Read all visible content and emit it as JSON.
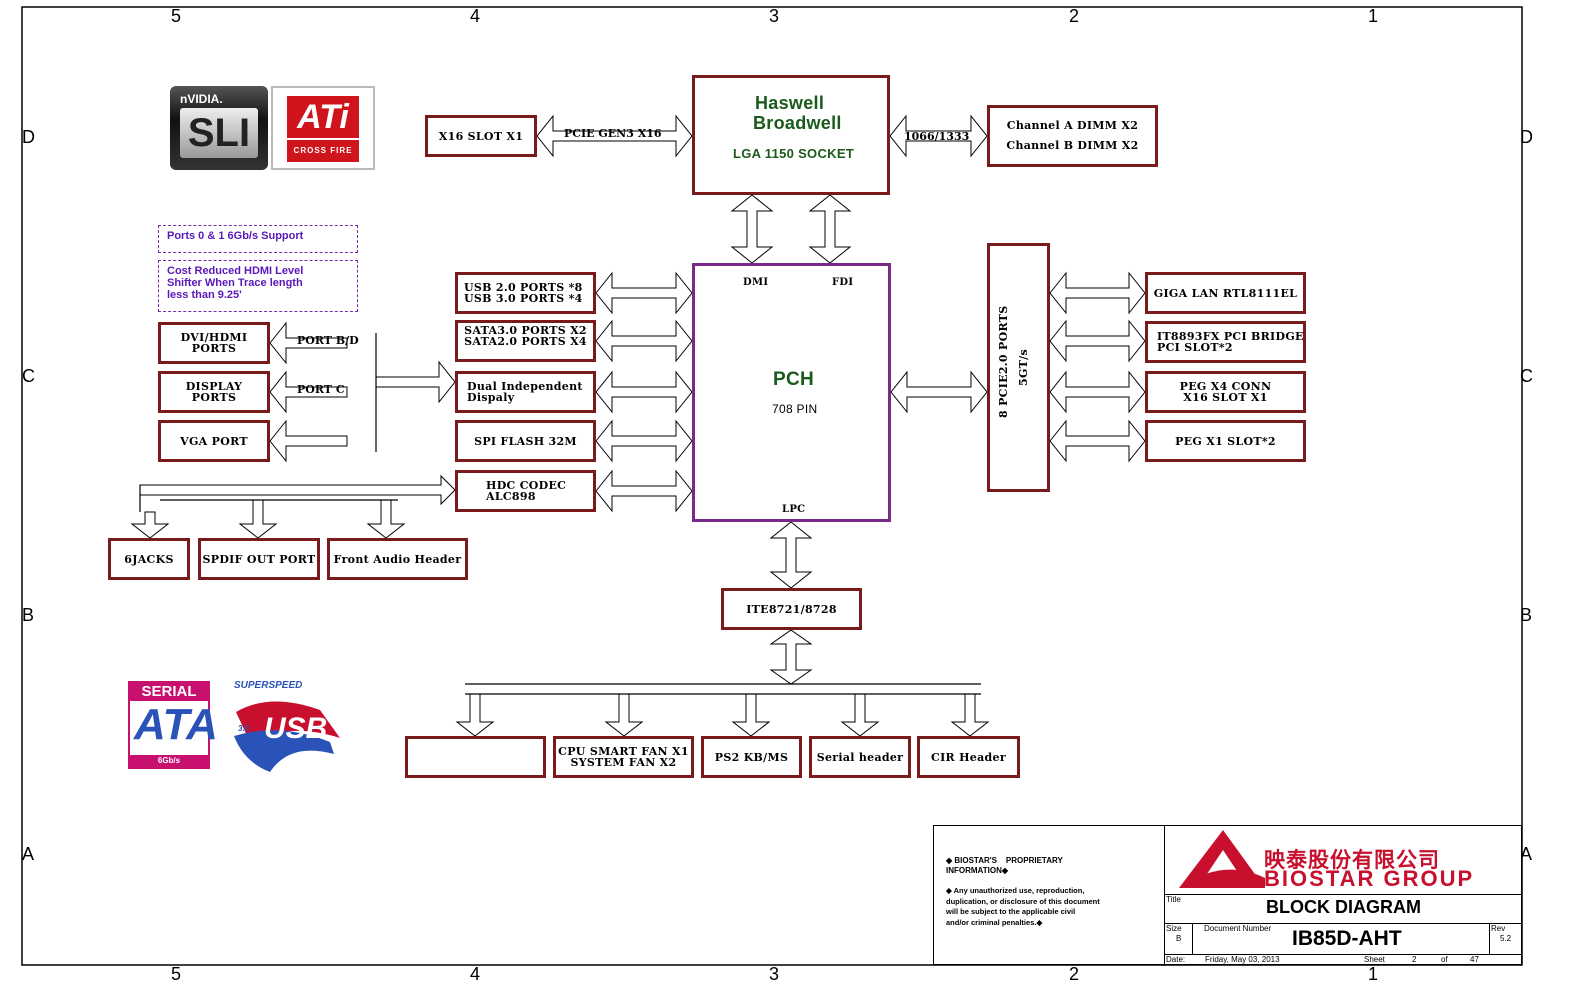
{
  "grid": {
    "top": [
      "5",
      "4",
      "3",
      "2",
      "1"
    ],
    "bottom": [
      "5",
      "4",
      "3",
      "2",
      "1"
    ],
    "left": [
      "D",
      "C",
      "B",
      "A"
    ],
    "right": [
      "D",
      "C",
      "B",
      "A"
    ]
  },
  "logos": {
    "nvidia_brand": "nVIDIA.",
    "sli": "SLI",
    "ati": "ATi",
    "crossfire": "CROSS FIRE",
    "sata_top": "SERIAL",
    "sata_main": "ATA",
    "sata_speed": "6Gb/s",
    "usb_super": "SUPERSPEED",
    "usb_main": "USB",
    "usb_sub": "3.0"
  },
  "cpu": {
    "line1": "Haswell",
    "line2": "Broadwell",
    "socket": "LGA 1150 SOCKET"
  },
  "pch": {
    "title": "PCH",
    "pins": "708 PIN",
    "dmi": "DMI",
    "fdi": "FDI",
    "lpc": "LPC"
  },
  "boxes": {
    "x16_slot": "X16 SLOT X1",
    "dimm": "Channel A DIMM X2\nChannel B DIMM X2",
    "usb": "USB 2.0 PORTS *8\nUSB 3.0 PORTS *4",
    "sata": "SATA3.0 PORTS X2\nSATA2.0 PORTS X4",
    "dual": "Dual Independent\nDispaly",
    "spi": "SPI FLASH 32M",
    "hdc": "HDC CODEC\nALC898",
    "dvi": "DVI/HDMI\nPORTS",
    "dp": "DISPLAY\nPORTS",
    "vga": "VGA PORT",
    "jacks": "6JACKS",
    "spdif": "SPDIF OUT PORT",
    "front_audio": "Front Audio Header",
    "pcie_ports": "8 PCIE2.0 PORTS",
    "pcie_speed": "5GT/s",
    "lan": "GIGA LAN RTL8111EL",
    "pci_bridge": "IT8893FX PCI BRIDGE\nPCI SLOT*2",
    "peg_x4": "PEG X4 CONN\nX16 SLOT X1",
    "peg_x1": "PEG X1 SLOT*2",
    "ite": "ITE8721/8728",
    "blank": "",
    "fan": "CPU SMART FAN X1\nSYSTEM FAN X2",
    "ps2": "PS2 KB/MS",
    "serial": "Serial header",
    "cir": "CIR Header"
  },
  "labels": {
    "pcie_gen3": "PCIE GEN3 X16",
    "mem_speed": "1066/1333",
    "port_bd": "PORT B/D",
    "port_c": "PORT C"
  },
  "notes": {
    "ports": "Ports 0 & 1 6Gb/s Support",
    "hdmi": "Cost Reduced HDMI Level\nShifter When Trace length\nless than 9.25'"
  },
  "titleblock": {
    "prop_title": "◆ BIOSTAR'S    PROPRIETARY\nINFORMATION◆",
    "prop_text": "◆ Any unauthorized use, reproduction,\nduplication, or disclosure of this document\nwill be subject to the applicable civil\nand/or criminal penalties.◆",
    "company_cn": "映泰股份有限公司",
    "company_en": "BIOSTAR GROUP",
    "title_label": "Title",
    "title": "BLOCK DIAGRAM",
    "size_label": "Size",
    "size": "B",
    "docnum_label": "Document Number",
    "docnum": "IB85D-AHT",
    "rev_label": "Rev",
    "rev": "5.2",
    "date_label": "Date:",
    "date": "Friday, May 03, 2013",
    "sheet_label": "Sheet",
    "sheet": "2",
    "of_label": "of",
    "total": "47"
  },
  "colors": {
    "box_border": "#7a1a1a",
    "pch_border": "#7a2a8a",
    "cpu_text": "#1a5a1a",
    "note_text": "#5a18b8",
    "biostar_red": "#c8102e"
  }
}
